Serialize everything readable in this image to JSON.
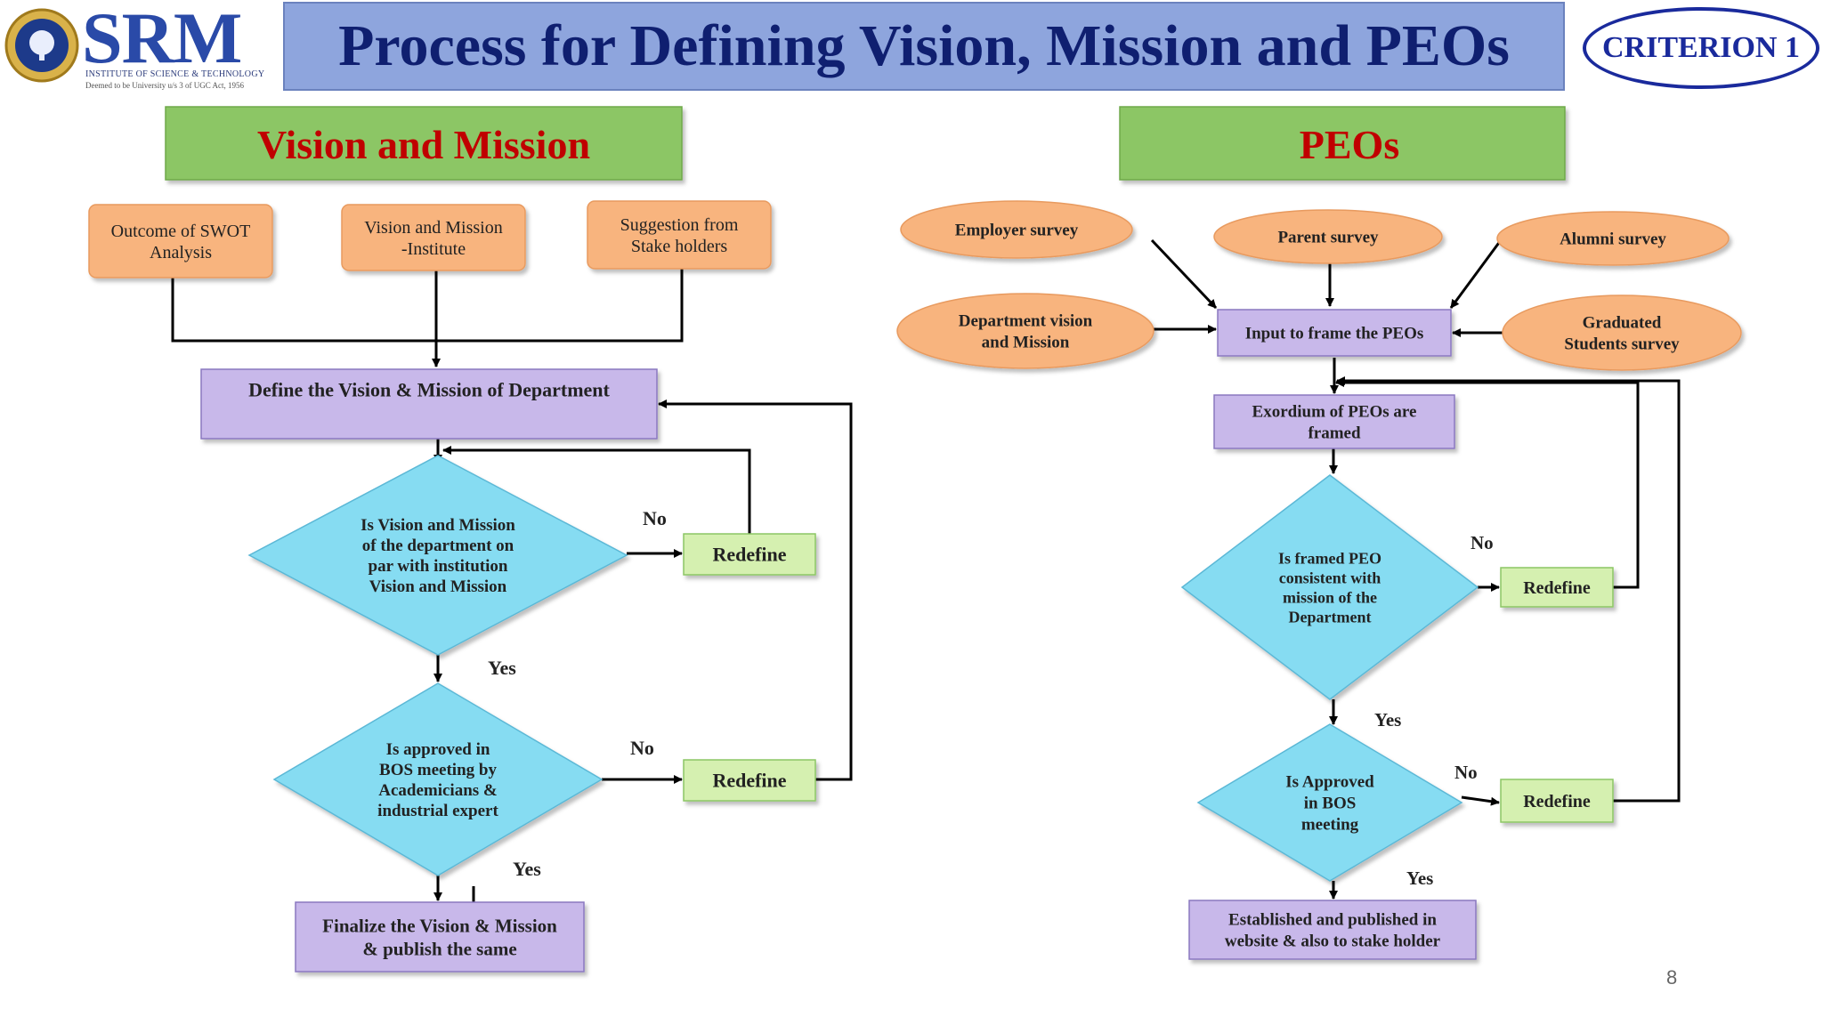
{
  "header": {
    "title": "Process for Defining Vision, Mission and PEOs",
    "criterion": "CRITERION 1",
    "logo_name": "SRM",
    "logo_subtitle": "INSTITUTE OF SCIENCE & TECHNOLOGY",
    "logo_tagline": "Deemed to be University u/s 3 of UGC Act, 1956",
    "page_number": "8"
  },
  "colors": {
    "title_bg": "#8ea5dd",
    "title_text": "#0f1f70",
    "section_header_bg": "#8cc665",
    "section_header_text": "#c00000",
    "input_box": "#f8b47e",
    "process_box": "#c8b8ea",
    "decision": "#86dcf2",
    "redefine_box": "#d5f0b0",
    "arrow": "#000000"
  },
  "left_flow": {
    "section_title": "Vision and Mission",
    "inputs": [
      {
        "id": "swot",
        "lines": [
          "Outcome of SWOT",
          "Analysis"
        ]
      },
      {
        "id": "vm_inst",
        "lines": [
          "Vision and Mission",
          "-Institute"
        ]
      },
      {
        "id": "stake",
        "lines": [
          "Suggestion from",
          "Stake holders"
        ]
      }
    ],
    "define_box": {
      "lines": [
        "Define the Vision & Mission of Department"
      ]
    },
    "decision1": {
      "lines": [
        "Is Vision and Mission",
        "of the department on",
        "par with institution",
        "Vision and Mission"
      ]
    },
    "decision2": {
      "lines": [
        "Is approved in",
        "BOS meeting by",
        "Academicians &",
        "industrial expert"
      ]
    },
    "redefine1": "Redefine",
    "redefine2": "Redefine",
    "no1": "No",
    "no2": "No",
    "yes1": "Yes",
    "yes2": "Yes",
    "final_box": {
      "lines": [
        "Finalize the Vision & Mission",
        "& publish  the same"
      ]
    }
  },
  "right_flow": {
    "section_title": "PEOs",
    "inputs": [
      {
        "id": "employer",
        "lines": [
          "Employer survey"
        ]
      },
      {
        "id": "parent",
        "lines": [
          "Parent survey"
        ]
      },
      {
        "id": "alumni",
        "lines": [
          "Alumni survey"
        ]
      },
      {
        "id": "dept_vm",
        "lines": [
          "Department vision",
          "and Mission"
        ]
      },
      {
        "id": "graduated",
        "lines": [
          "Graduated",
          "Students survey"
        ]
      }
    ],
    "input_box": {
      "lines": [
        "Input  to frame the PEOs"
      ]
    },
    "exordium_box": {
      "lines": [
        "Exordium of PEOs are",
        "framed"
      ]
    },
    "decision1": {
      "lines": [
        "Is framed PEO",
        "consistent with",
        "mission of the",
        "Department"
      ]
    },
    "decision2": {
      "lines": [
        "Is Approved",
        "in BOS",
        "meeting"
      ]
    },
    "redefine1": "Redefine",
    "redefine2": "Redefine",
    "no1": "No",
    "no2": "No",
    "yes1": "Yes",
    "yes2": "Yes",
    "final_box": {
      "lines": [
        "Established and published in",
        "website & also to stake holder"
      ]
    }
  }
}
